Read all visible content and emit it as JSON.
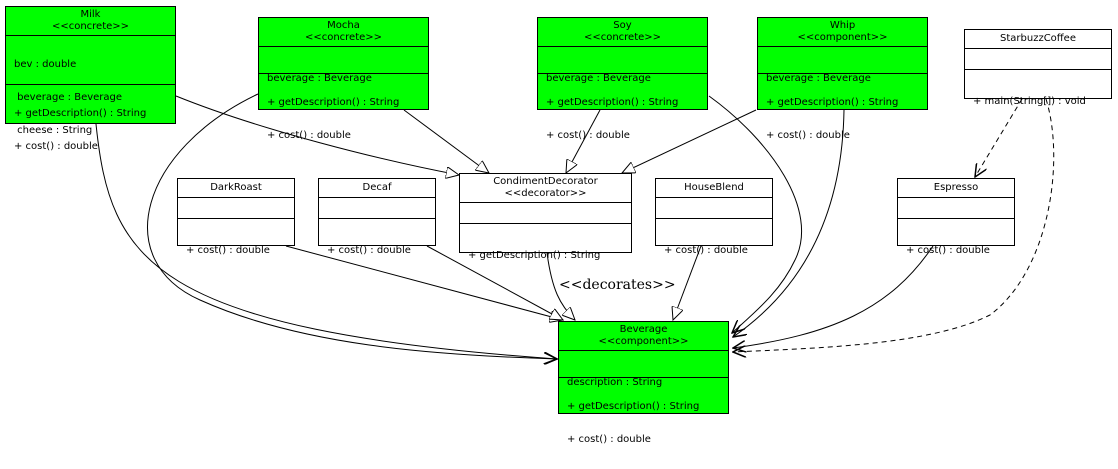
{
  "classes": {
    "milk": {
      "name": "Milk",
      "stereotype": "<<concrete>>",
      "attrs": [
        "bev : double",
        " beverage : Beverage",
        " cheese : String"
      ],
      "ops": [
        "+ getDescription() : String",
        "+ cost() : double"
      ]
    },
    "mocha": {
      "name": "Mocha",
      "stereotype": "<<concrete>>",
      "attrs": [
        "beverage : Beverage"
      ],
      "ops": [
        "+ getDescription() : String",
        "+ cost() : double"
      ]
    },
    "soy": {
      "name": "Soy",
      "stereotype": "<<concrete>>",
      "attrs": [
        "beverage : Beverage"
      ],
      "ops": [
        "+ getDescription() : String",
        "+ cost() : double"
      ]
    },
    "whip": {
      "name": "Whip",
      "stereotype": "<<component>>",
      "attrs": [
        "beverage : Beverage"
      ],
      "ops": [
        "+ getDescription() : String",
        "+ cost() : double"
      ]
    },
    "starbuzz": {
      "name": "StarbuzzCoffee",
      "ops": [
        "+ main(String[]) : void"
      ]
    },
    "darkroast": {
      "name": "DarkRoast",
      "ops": [
        "+ cost() : double"
      ]
    },
    "decaf": {
      "name": "Decaf",
      "ops": [
        "+ cost() : double"
      ]
    },
    "condiment": {
      "name": "CondimentDecorator",
      "stereotype": "<<decorator>>",
      "ops": [
        "+ getDescription() : String"
      ]
    },
    "houseblend": {
      "name": "HouseBlend",
      "ops": [
        "+ cost() : double"
      ]
    },
    "espresso": {
      "name": "Espresso",
      "ops": [
        "+ cost() : double"
      ]
    },
    "beverage": {
      "name": "Beverage",
      "stereotype": "<<component>>",
      "attrs": [
        "description : String"
      ],
      "ops": [
        "+ getDescription() : String",
        "+ cost() : double"
      ]
    }
  },
  "edge_label": "<<decorates>>",
  "colors": {
    "concrete": "#00ff00",
    "plain": "#ffffff",
    "line": "#000000"
  }
}
